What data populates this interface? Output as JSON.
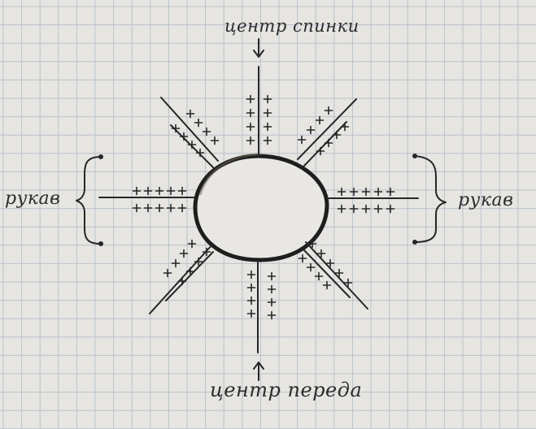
{
  "labels": {
    "top": "центр спинки",
    "bottom": "центр переда",
    "left": "рукав",
    "right": "рукав"
  },
  "colors": {
    "paper": "#e6e5e1",
    "grid": "#b8c2cc",
    "ink": "#262626"
  }
}
